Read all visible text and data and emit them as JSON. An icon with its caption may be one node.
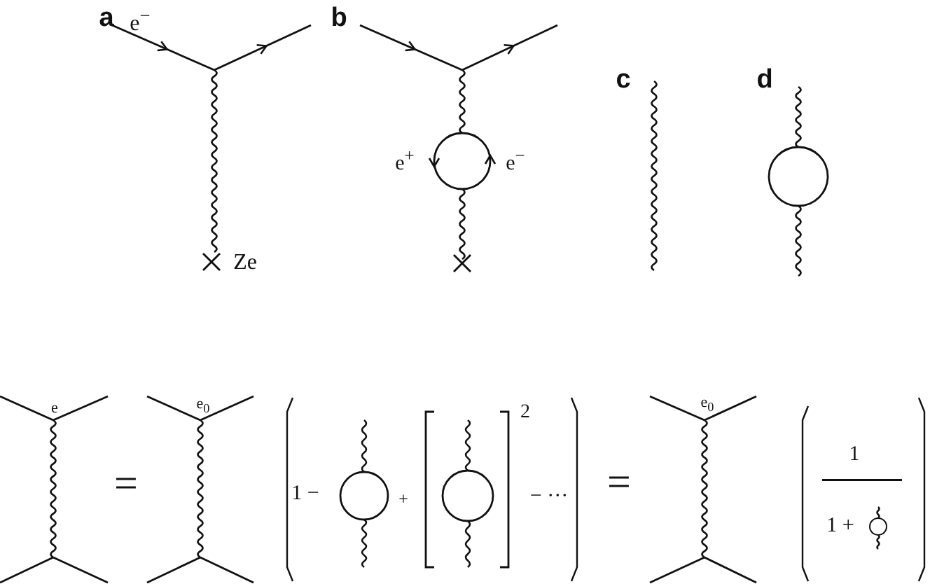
{
  "diagram": {
    "labels": [
      "a",
      "e$^{−}$",
      "Ze",
      "b",
      "e$^{+}$",
      "e$^{−}$",
      "c",
      "d",
      "e",
      "=",
      "e$_{0}$",
      "1 −",
      "+",
      "2",
      "− ···",
      "=",
      "e$_{0}$",
      "1",
      "1 +"
    ]
  }
}
